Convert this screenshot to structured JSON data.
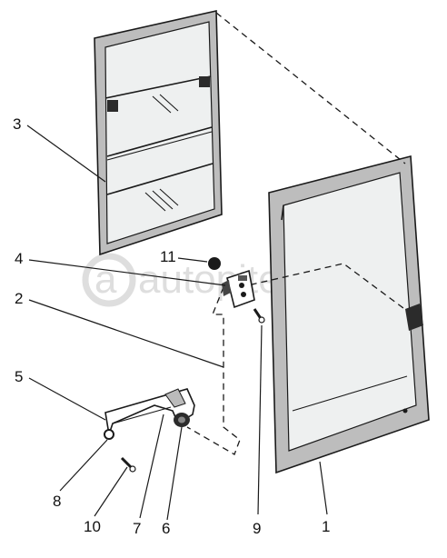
{
  "watermark": {
    "text": "autopiter.ru"
  },
  "callouts": [
    {
      "id": "1",
      "label": "1"
    },
    {
      "id": "2",
      "label": "2"
    },
    {
      "id": "3",
      "label": "3"
    },
    {
      "id": "4",
      "label": "4"
    },
    {
      "id": "5",
      "label": "5"
    },
    {
      "id": "6",
      "label": "6"
    },
    {
      "id": "7",
      "label": "7"
    },
    {
      "id": "8",
      "label": "8"
    },
    {
      "id": "9",
      "label": "9"
    },
    {
      "id": "10",
      "label": "10"
    },
    {
      "id": "11",
      "label": "11"
    }
  ]
}
